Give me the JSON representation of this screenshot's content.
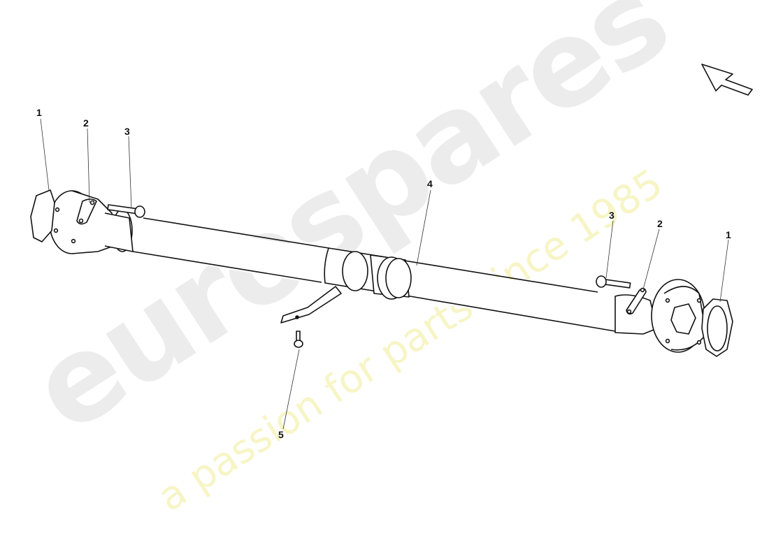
{
  "diagram": {
    "type": "exploded-parts-view",
    "subject": "propeller shaft assembly",
    "callouts": [
      {
        "id": "c1-left",
        "label": "1",
        "part": "flange seal ring (left)"
      },
      {
        "id": "c2-left",
        "label": "2",
        "part": "locking plate (left)"
      },
      {
        "id": "c3-left",
        "label": "3",
        "part": "bolt (left)"
      },
      {
        "id": "c4",
        "label": "4",
        "part": "propeller shaft"
      },
      {
        "id": "c3-right",
        "label": "3",
        "part": "bolt (right)"
      },
      {
        "id": "c2-right",
        "label": "2",
        "part": "locking plate (right)"
      },
      {
        "id": "c1-right",
        "label": "1",
        "part": "flange seal ring (right)"
      },
      {
        "id": "c5",
        "label": "5",
        "part": "bracket bolt"
      }
    ],
    "direction_arrow": "front-arrow"
  },
  "watermark": {
    "brand": "eurospares",
    "tagline": "a passion for parts since 1985",
    "brand_color": "#e9e9e9",
    "tagline_color": "#f7f4bf"
  }
}
